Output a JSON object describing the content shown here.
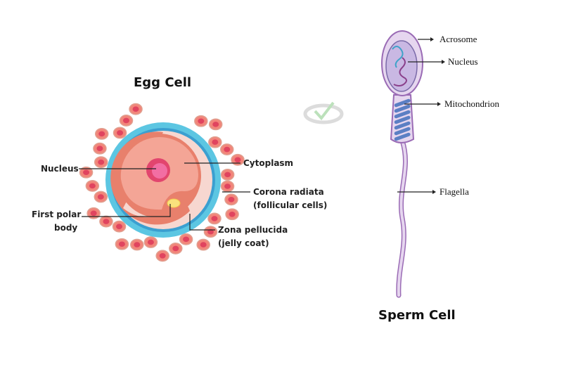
{
  "egg": {
    "title": "Egg Cell",
    "labels": {
      "nucleus": "Nucleus",
      "cytoplasm": "Cytoplasm",
      "corona1": "Corona radiata",
      "corona2": "(follicular cells)",
      "polar1": "First polar",
      "polar2": "body",
      "zona1": "Zona pellucida",
      "zona2": "(jelly coat)"
    },
    "colors": {
      "zona": "#5cc6e2",
      "zona_inner": "#3b9fd0",
      "cytoplasm": "#f4a596",
      "cyto_edge": "#e8806c",
      "nucleus": "#e2456e",
      "follicle": "#f2857a"
    }
  },
  "sperm": {
    "title": "Sperm Cell",
    "labels": {
      "acrosome": "Acrosome",
      "nucleus": "Nucleus",
      "mitochondrion": "Mitochondrion",
      "flagella": "Flagella"
    },
    "colors": {
      "body": "#e6d6ef",
      "outline": "#9a6bb5",
      "mito": "#5b7fc4"
    }
  }
}
